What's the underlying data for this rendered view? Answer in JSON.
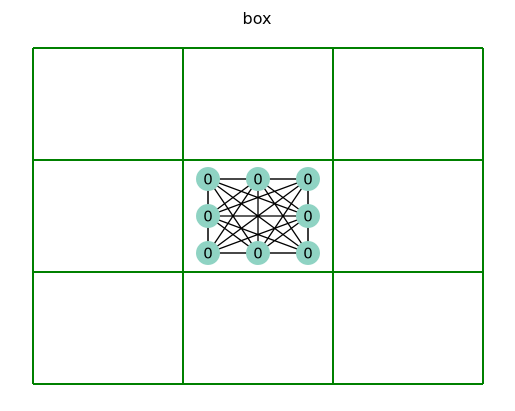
{
  "title": "box",
  "colors": {
    "grid_line": "#008000",
    "edge": "#000000",
    "node_fill": "#8fd3c3",
    "node_text": "#000000",
    "background": "#ffffff"
  },
  "grid": {
    "rows": 3,
    "cols": 3
  },
  "graph": {
    "type": "complete-graph",
    "nodes": [
      {
        "id": "n1",
        "label": "0",
        "row": 0,
        "col": 0
      },
      {
        "id": "n2",
        "label": "0",
        "row": 0,
        "col": 1
      },
      {
        "id": "n3",
        "label": "0",
        "row": 0,
        "col": 2
      },
      {
        "id": "n4",
        "label": "0",
        "row": 1,
        "col": 0
      },
      {
        "id": "n5",
        "label": "0",
        "row": 1,
        "col": 2
      },
      {
        "id": "n6",
        "label": "0",
        "row": 2,
        "col": 0
      },
      {
        "id": "n7",
        "label": "0",
        "row": 2,
        "col": 1
      },
      {
        "id": "n8",
        "label": "0",
        "row": 2,
        "col": 2
      }
    ]
  }
}
